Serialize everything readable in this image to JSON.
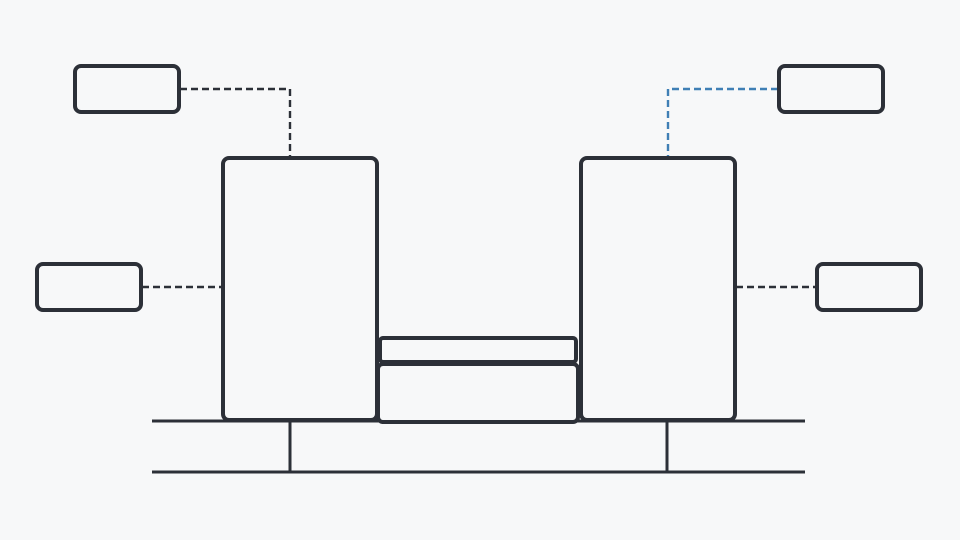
{
  "diagram": {
    "colors": {
      "background": "#f7f8f9",
      "stroke": "#2c3038",
      "leader_default": "#2c3038",
      "leader_highlight": "#3f7fb5"
    },
    "callouts": [
      {
        "id": "top-left",
        "label": "",
        "highlighted": false
      },
      {
        "id": "middle-left",
        "label": "",
        "highlighted": false
      },
      {
        "id": "top-right",
        "label": "",
        "highlighted": true
      },
      {
        "id": "middle-right",
        "label": "",
        "highlighted": false
      }
    ]
  }
}
